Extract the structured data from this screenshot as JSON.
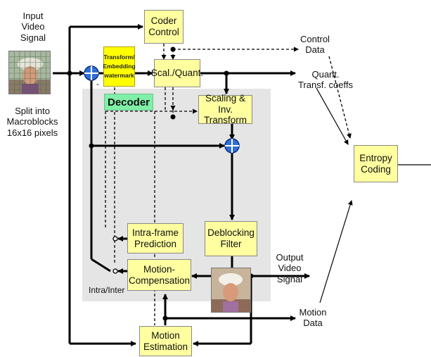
{
  "labels": {
    "input_video_signal": "Input\nVideo\nSignal",
    "split_into_macroblocks": "Split into\nMacroblocks\n16x16 pixels",
    "control_data": "Control\nData",
    "quant_transf_coeffs": "Quant.\nTransf. coeffs",
    "output_video_signal": "Output\nVideo\nSignal",
    "motion_data": "Motion\nData",
    "intra_inter": "Intra/Inter",
    "minus_sign": "-"
  },
  "blocks": {
    "coder_control": "Coder\nControl",
    "transform_watermark": "Transform/\nEmbedding\nwatermark",
    "scal_quant": "Scal./Quant.",
    "decoder": "Decoder",
    "scaling_inv_transform": "Scaling & Inv.\nTransform",
    "entropy_coding": "Entropy\nCoding",
    "intra_frame_prediction": "Intra-frame\nPrediction",
    "deblocking_filter": "Deblocking\nFilter",
    "motion_compensation": "Motion-\nCompensation",
    "motion_estimation": "Motion\nEstimation"
  },
  "colors": {
    "block_fill": "#ffffa0",
    "watermark_fill": "#ffff00",
    "decoder_region": "#e5e5e5",
    "decoder_label": "#7ff0a8",
    "adder_fill": "#2f6fd6"
  },
  "icons": [
    "input-video-frame-icon",
    "output-video-frame-icon",
    "adder-icon",
    "switch-contact-icon"
  ]
}
